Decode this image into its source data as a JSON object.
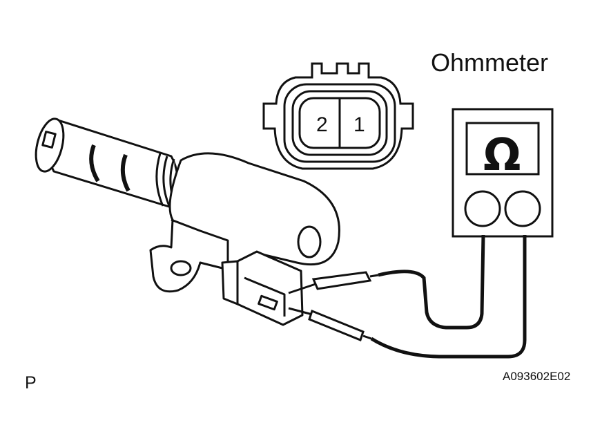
{
  "labels": {
    "meter_name": "Ohmmeter",
    "corner_code": "P",
    "figure_ref": "A093602E02"
  },
  "connector": {
    "pin_left": "2",
    "pin_right": "1"
  },
  "meter": {
    "symbol": "Ω"
  },
  "colors": {
    "ink": "#111111",
    "background": "#ffffff"
  }
}
